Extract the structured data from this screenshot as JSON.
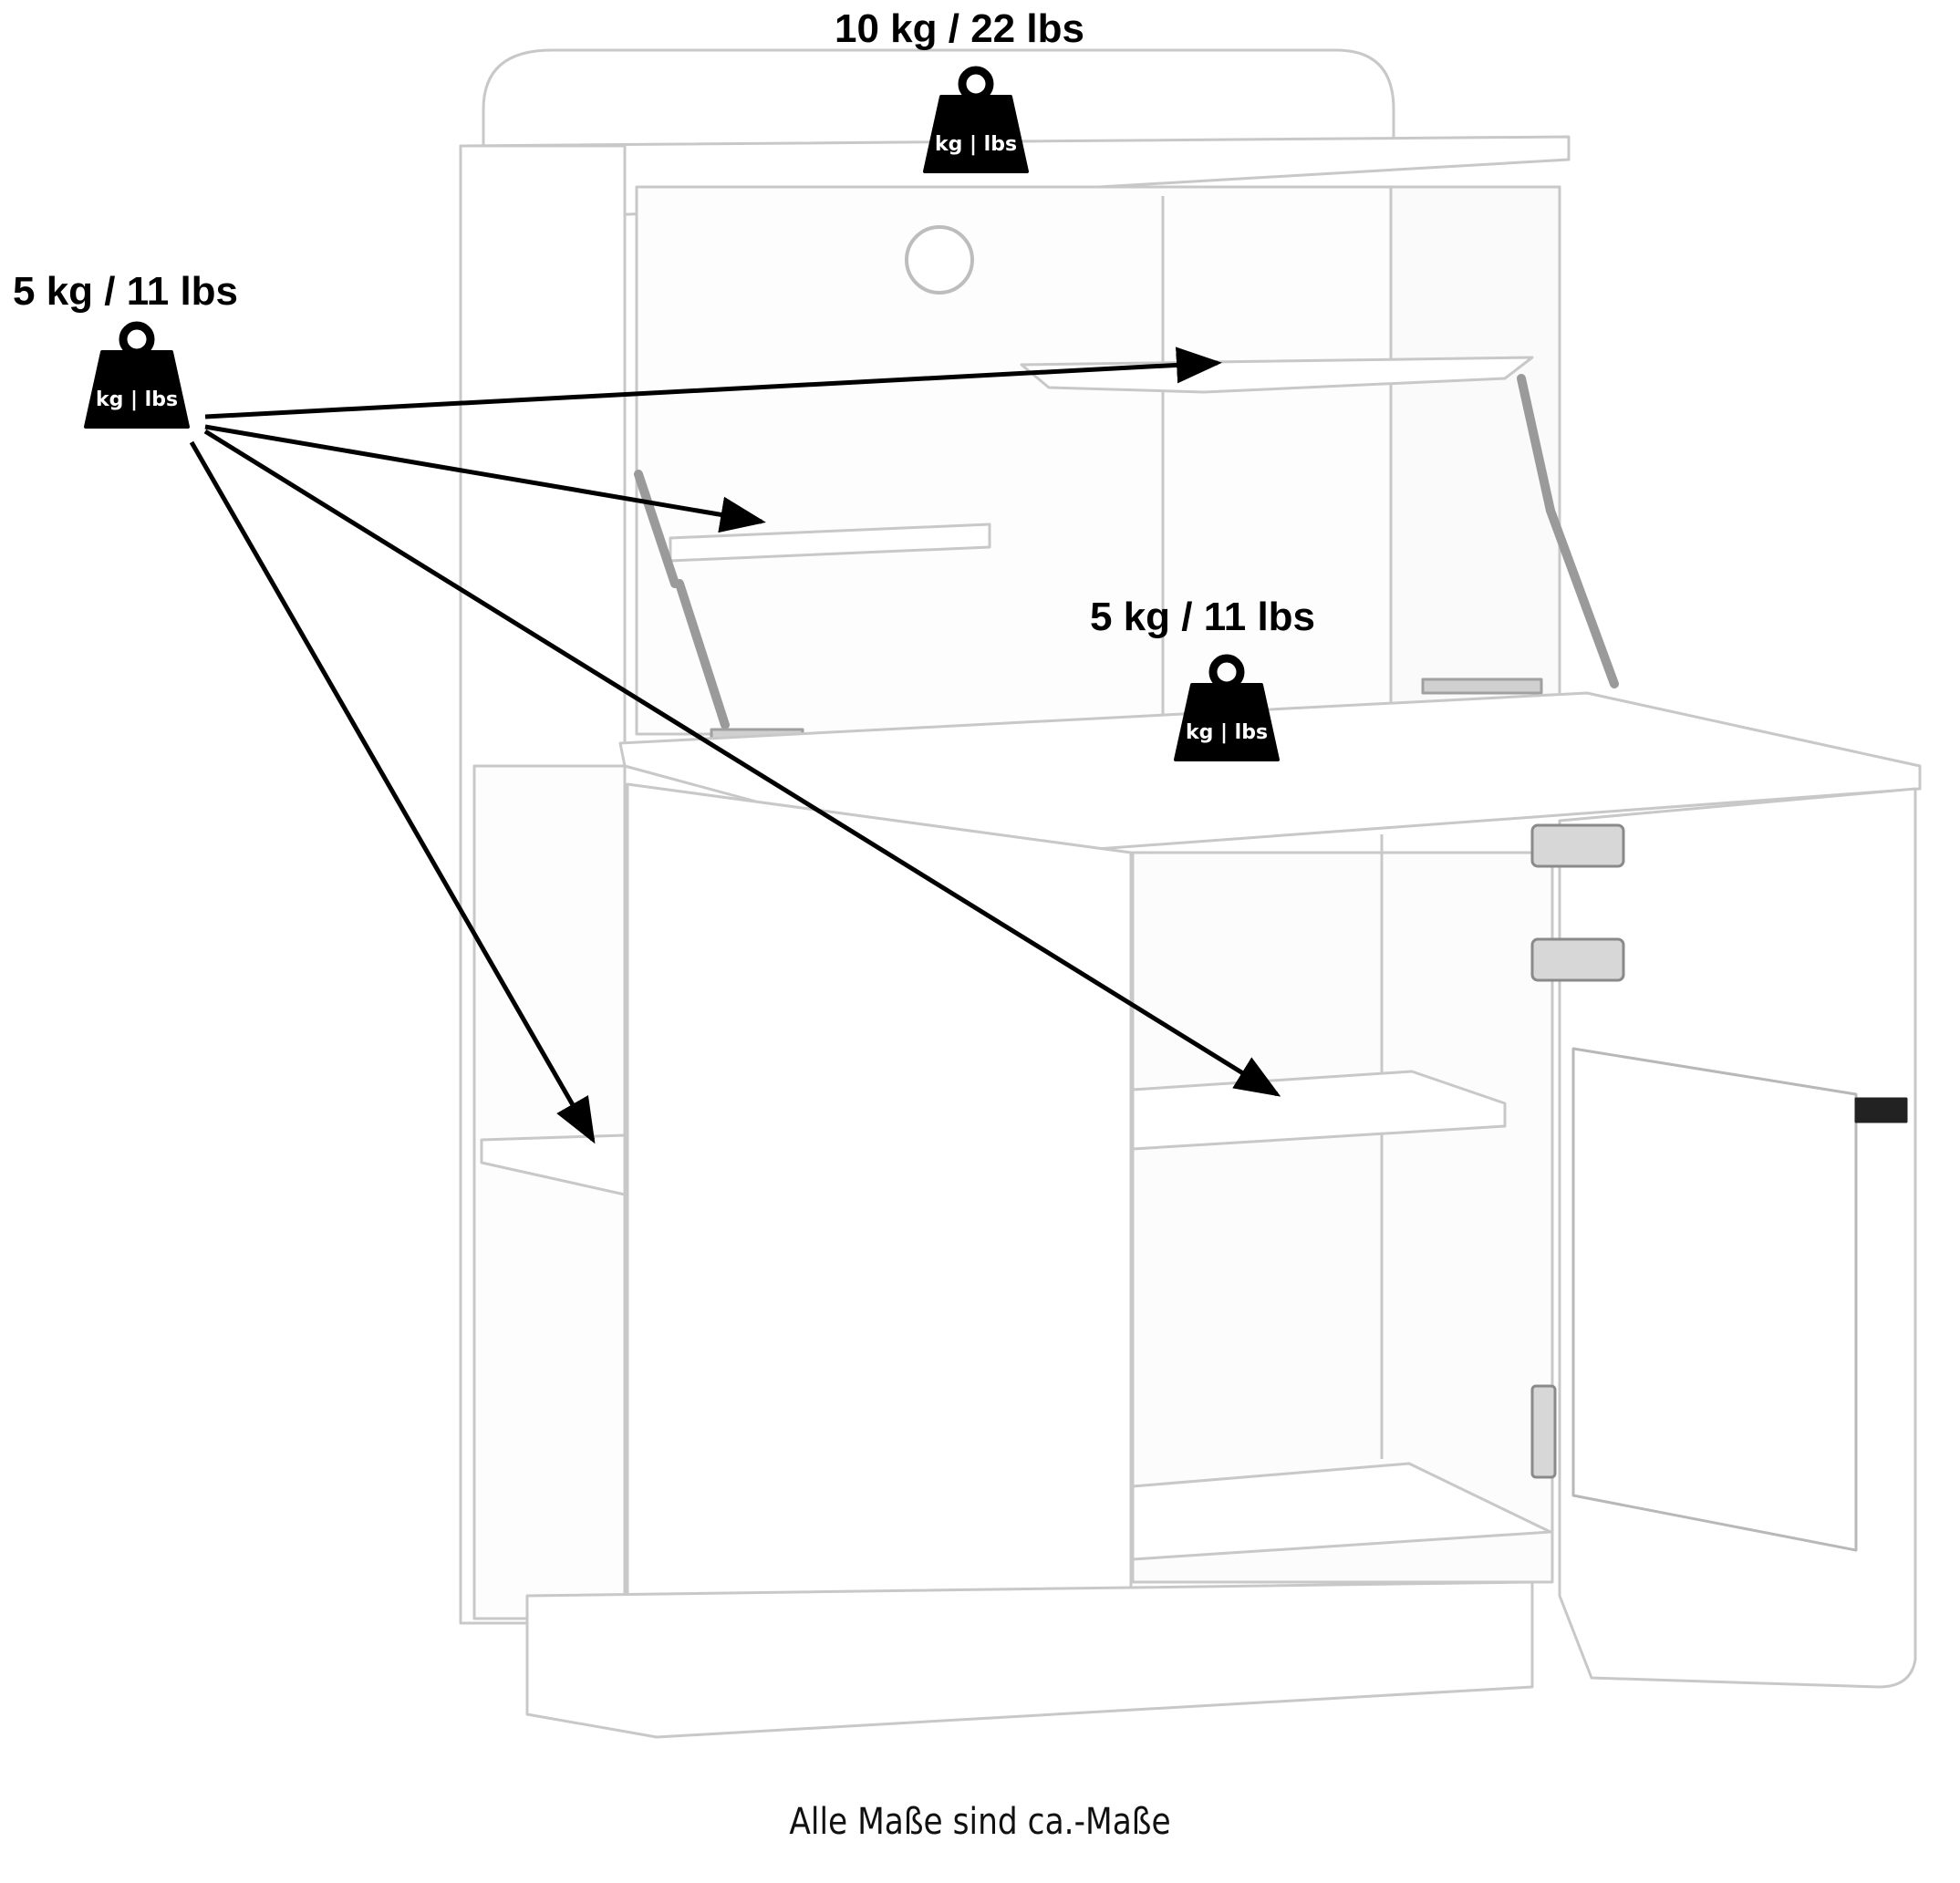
{
  "labels": {
    "top": "10 kg / 22 lbs",
    "left": "5 kg / 11 lbs",
    "desk": "5 kg / 11 lbs"
  },
  "weight_icon_text": "kg | lbs",
  "caption": "Alle Maße sind ca.-Maße",
  "colors": {
    "ink": "#000000",
    "furniture_line": "#c8c8c8",
    "furniture_fill": "#ffffff",
    "hardware": "#9a9a9a"
  },
  "icons": [
    "weight-icon"
  ]
}
